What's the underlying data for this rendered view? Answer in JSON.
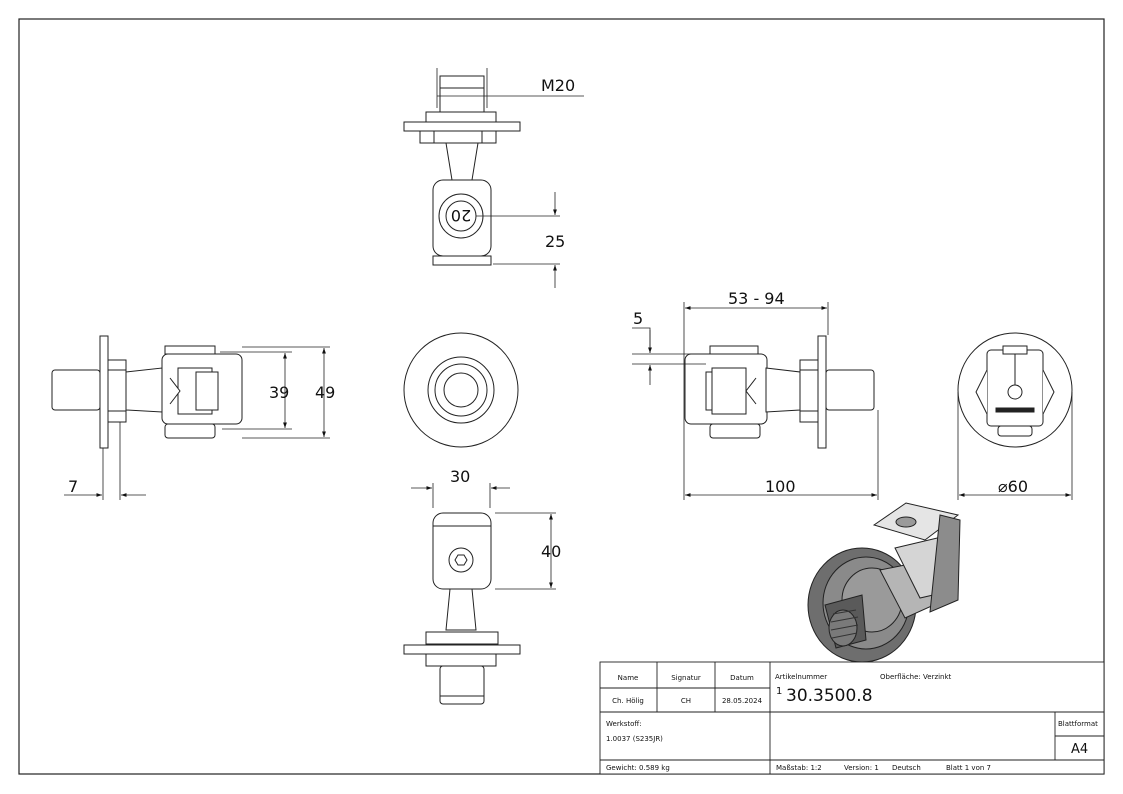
{
  "top_view": {
    "thread_label": "M20",
    "height_25": "25",
    "engraving": "20"
  },
  "left_view": {
    "dim_39": "39",
    "dim_49": "49",
    "dim_7": "7"
  },
  "bottom_view": {
    "dim_30": "30",
    "dim_40": "40"
  },
  "right_view": {
    "dim_53_94": "53 - 94",
    "dim_5": "5",
    "dim_100": "100"
  },
  "round_view": {
    "dim_dia": "⌀60"
  },
  "title_block": {
    "name_h": "Name",
    "signatur_h": "Signatur",
    "datum_h": "Datum",
    "name": "Ch. Hölig",
    "signatur": "CH",
    "datum": "28.05.2024",
    "artikelnummer_h": "Artikelnummer",
    "oberflaeche": "Oberfläche:  Verzinkt",
    "rev": "1",
    "article": "30.3500.8",
    "werkstoff_h": "Werkstoff:",
    "werkstoff": "1.0037 (S235JR)",
    "blattformat_h": "Blattformat",
    "format": "A4",
    "gewicht": "Gewicht: 0.589 kg",
    "massstab": "Maßstab: 1:2",
    "version": "Version: 1",
    "sprache": "Deutsch",
    "blatt": "Blatt 1 von 7"
  }
}
